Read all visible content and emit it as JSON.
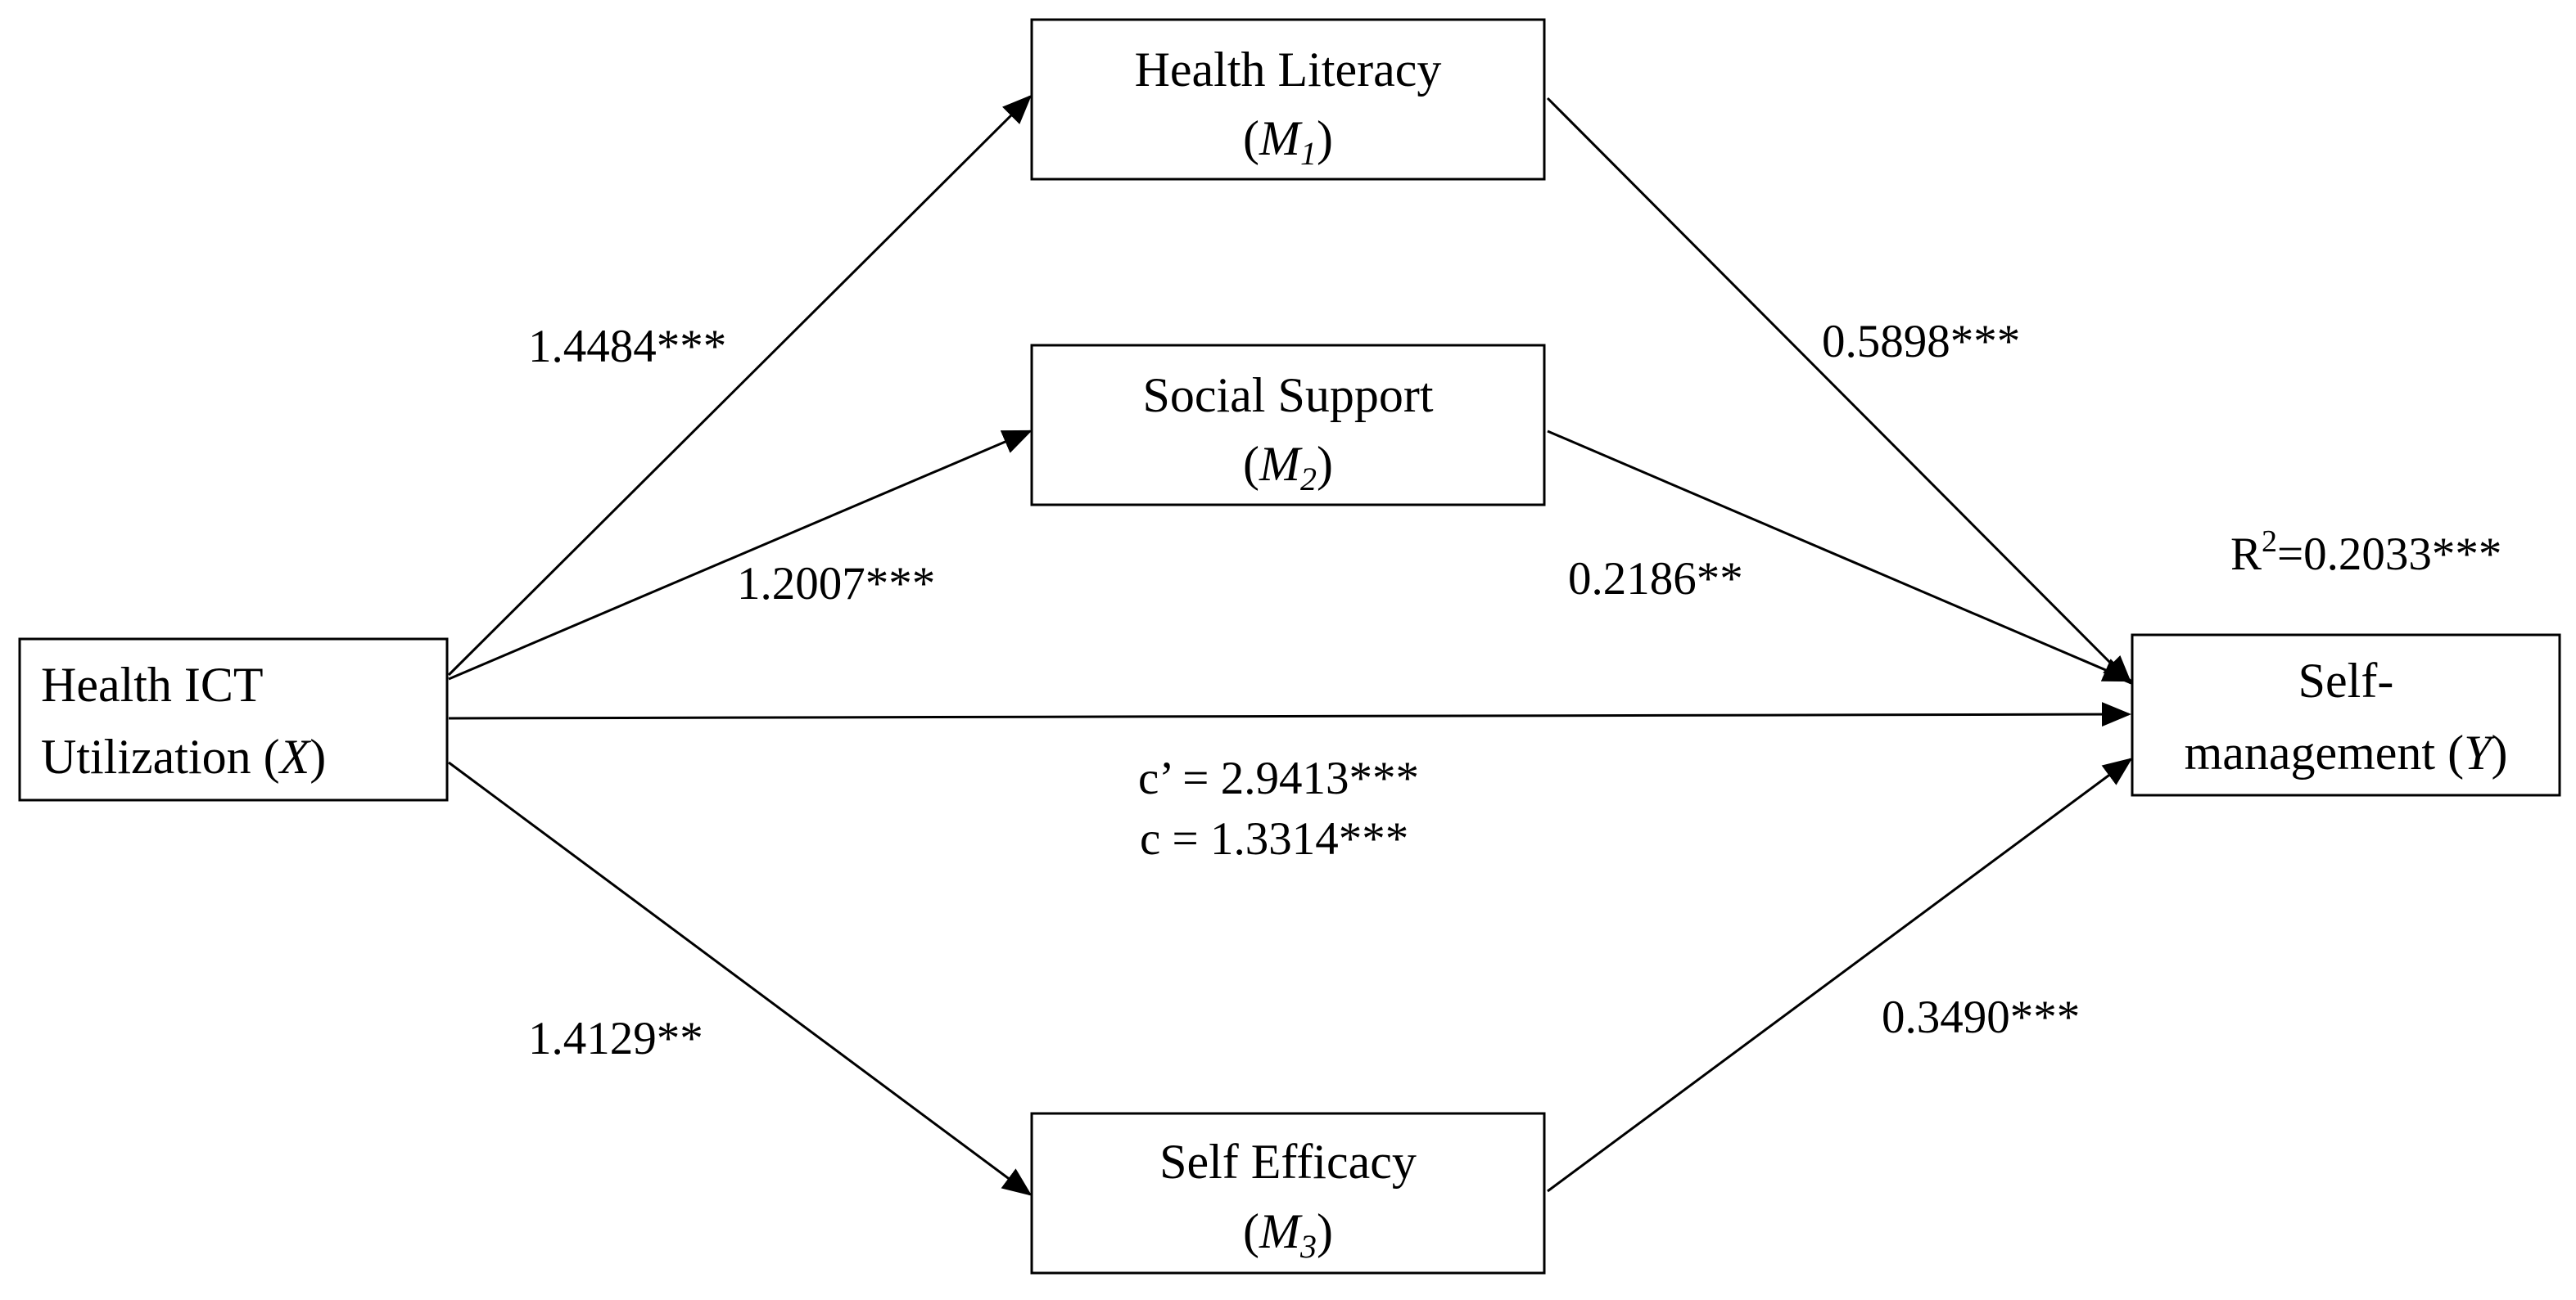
{
  "nodes": {
    "x": {
      "line1": "Health ICT",
      "line2_text": "Utilization (",
      "line2_var": "X",
      "line2_close": ")"
    },
    "m1": {
      "title": "Health Literacy",
      "var": "M",
      "sub": "1"
    },
    "m2": {
      "title": "Social Support",
      "var": "M",
      "sub": "2"
    },
    "m3": {
      "title": "Self Efficacy",
      "var": "M",
      "sub": "3"
    },
    "y": {
      "line1": "Self-",
      "line2_text": "management (",
      "line2_var": "Y",
      "line2_close": ")"
    }
  },
  "paths": {
    "x_m1": "1.4484***",
    "x_m2": "1.2007***",
    "x_m3": "1.4129**",
    "m1_y": "0.5898***",
    "m2_y": "0.2186**",
    "m3_y": "0.3490***",
    "direct": "c’ = 2.9413***",
    "total": "c = 1.3314***"
  },
  "r_squared": {
    "prefix": "R",
    "sup": "2",
    "value": "=0.2033***"
  }
}
